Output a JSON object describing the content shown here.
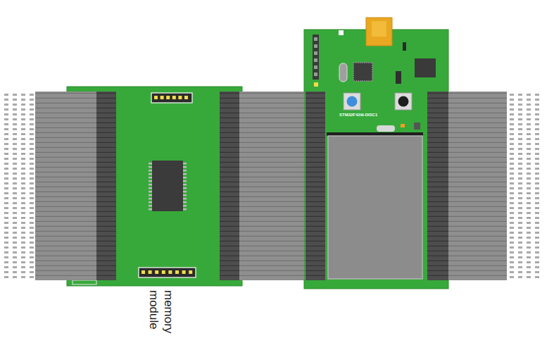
{
  "diagram": {
    "nodes": [
      {
        "text": [
          "memory module"
        ]
      },
      {
        "text": [
          "STM32F429I-DISC1"
        ]
      }
    ],
    "edges": [
      {
        "from": 0,
        "to": 1,
        "arrow": "none"
      }
    ]
  }
}
